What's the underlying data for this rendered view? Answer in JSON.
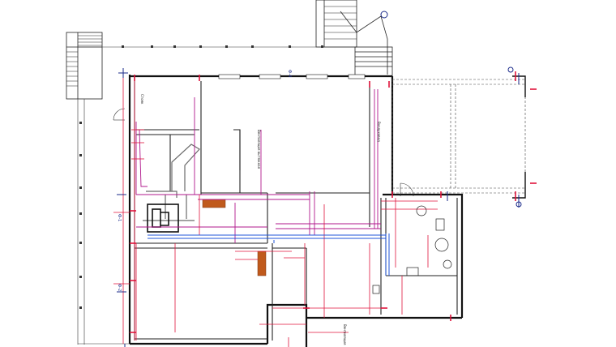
{
  "drawing": {
    "axis_labels": [
      "Ф-4",
      "Ф-1",
      "Ф-2"
    ],
    "notes": {
      "pipe_label": "Вентиляция вытяжная",
      "riser_label": "Стояк",
      "duct_label": "Воздуховод",
      "vent_label": "Вентиляция"
    },
    "colors": {
      "walls": "#111111",
      "grid": "#9a9a9a",
      "water_supply": "#e0143c",
      "heating": "#b0188c",
      "sewer": "#1f55d8",
      "ventilation": "#6b6b6b",
      "axis_mark": "#1a2a8a",
      "equipment": "#c05a1c"
    }
  }
}
